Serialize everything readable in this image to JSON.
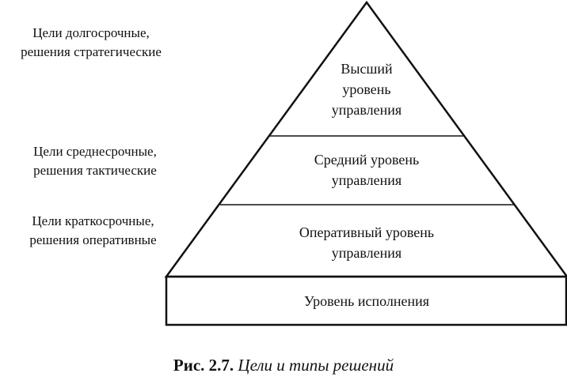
{
  "levels": [
    {
      "label": "Высший\nуровень\nуправления"
    },
    {
      "label": "Средний уровень\nуправления"
    },
    {
      "label": "Оперативный уровень\nуправления"
    },
    {
      "label": "Уровень исполнения"
    }
  ],
  "side_labels": [
    {
      "line1": "Цели долгосрочные,",
      "line2": "решения стратегические"
    },
    {
      "line1": "Цели среднесрочные,",
      "line2": "решения тактические"
    },
    {
      "line1": "Цели краткосрочные,",
      "line2": "решения оперативные"
    }
  ],
  "caption": {
    "number": "Рис. 2.7.",
    "text": "Цели и типы решений"
  }
}
